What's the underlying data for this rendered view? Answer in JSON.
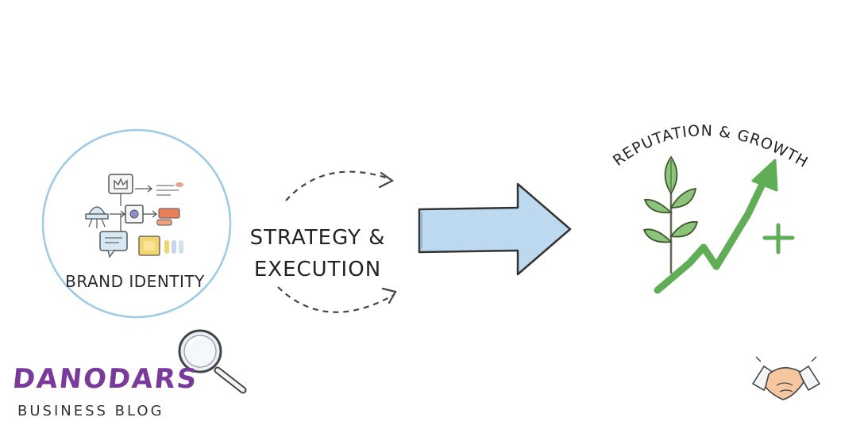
{
  "diagram": {
    "stage_1": {
      "label": "BRAND IDENTITY"
    },
    "stage_2": {
      "line_1": "STRATEGY &",
      "line_2": "EXECUTION"
    },
    "stage_3": {
      "label": "REPUTATION & GROWTH"
    }
  },
  "logo": {
    "name": "DANODARS",
    "tagline": "BUSINESS BLOG"
  },
  "colors": {
    "circle_border": "#9ccbe6",
    "arrow_fill": "#bcd9f0",
    "growth_green": "#5fae55",
    "leaf_green": "#8cc47a",
    "logo_purple": "#7a3a9c",
    "orange": "#e8805a",
    "yellow": "#f4d56a"
  },
  "icons": [
    "magnifier-icon",
    "handshake-icon",
    "plant-icon",
    "growth-arrow-icon",
    "plus-icon",
    "crown-card-icon"
  ]
}
